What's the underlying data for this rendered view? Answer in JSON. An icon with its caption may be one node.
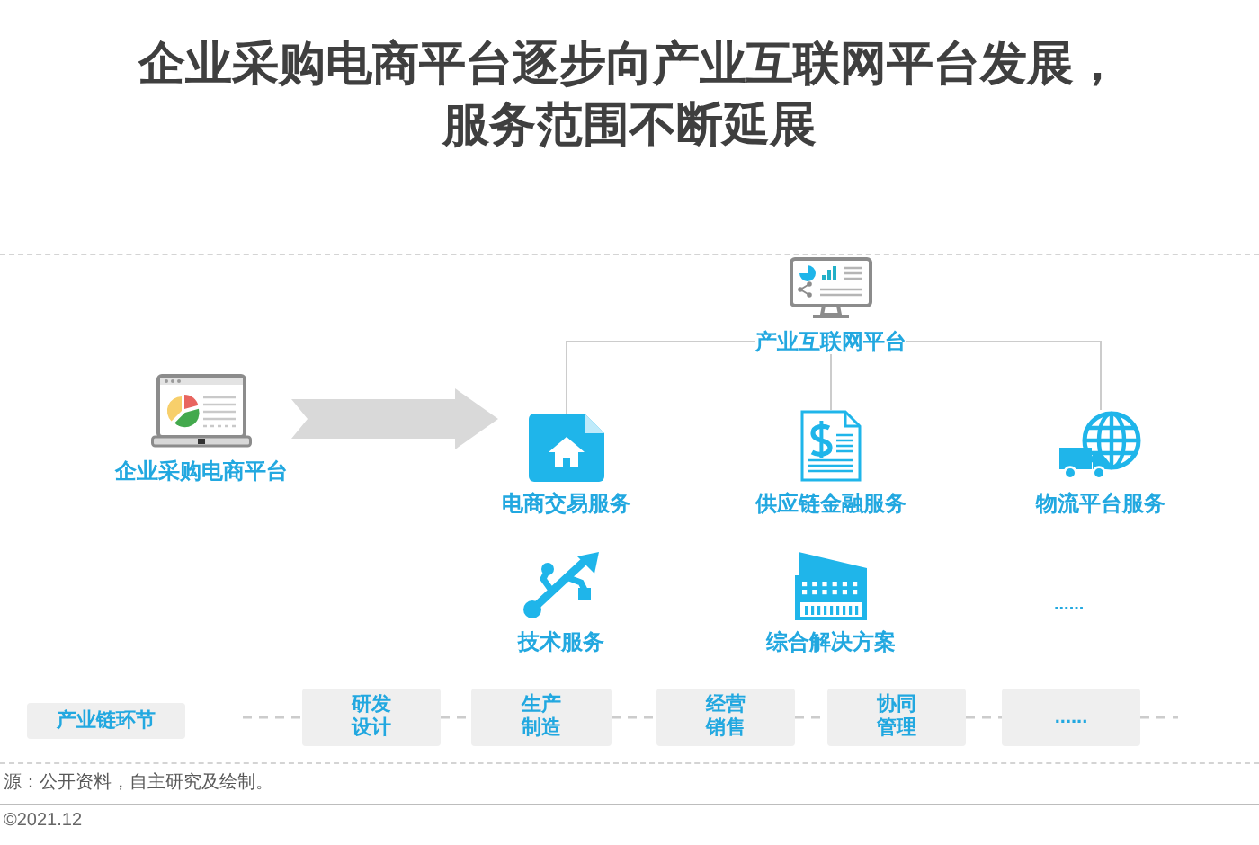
{
  "diagram": {
    "title": "企业采购电商平台逐步向产业互联网平台发展，服务范围不断延展",
    "nodes": [
      {
        "text": [
          "企业采购电商平台"
        ]
      },
      {
        "text": [
          "产业互联网平台"
        ]
      },
      {
        "text": [
          "电商交易服务"
        ]
      },
      {
        "text": [
          "供应链金融服务"
        ]
      },
      {
        "text": [
          "物流平台服务"
        ]
      },
      {
        "text": [
          "技术服务"
        ]
      },
      {
        "text": [
          "综合解决方案"
        ]
      },
      {
        "text": [
          "产业链环节"
        ]
      },
      {
        "text": [
          "研发设计"
        ]
      },
      {
        "text": [
          "生产制造"
        ]
      },
      {
        "text": [
          "经营销售"
        ]
      },
      {
        "text": [
          "协同管理"
        ]
      },
      {
        "text": [
          "......"
        ]
      }
    ],
    "edges": [
      {
        "from": 0,
        "to": 2,
        "arrow": "to",
        "style": "thick"
      },
      {
        "from": 1,
        "to": 2,
        "arrow": "none"
      },
      {
        "from": 1,
        "to": 3,
        "arrow": "none"
      },
      {
        "from": 1,
        "to": 4,
        "arrow": "none"
      },
      {
        "from": null,
        "to": 8,
        "arrow": "none",
        "style": "dashed"
      },
      {
        "from": 8,
        "to": 9,
        "arrow": "none",
        "style": "dashed"
      },
      {
        "from": 9,
        "to": 10,
        "arrow": "none",
        "style": "dashed"
      },
      {
        "from": 10,
        "to": 11,
        "arrow": "none",
        "style": "dashed"
      },
      {
        "from": 11,
        "to": 12,
        "arrow": "none",
        "style": "dashed"
      },
      {
        "from": 12,
        "to": null,
        "arrow": "none",
        "style": "dashed"
      }
    ],
    "labels": [
      "......",
      "源：公开资料，自主研究及绘制。",
      "©2021.12"
    ]
  }
}
